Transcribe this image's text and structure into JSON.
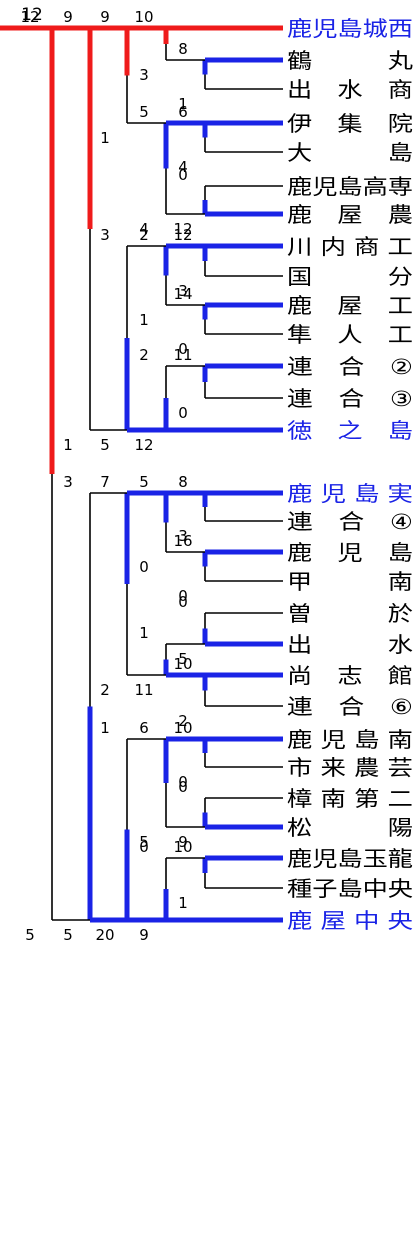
{
  "colors": {
    "champion_path": "#ef1b1b",
    "winner_path": "#1a23e6",
    "loser_path": "#000000",
    "highlight_text": "#1a23e6",
    "text": "#000000",
    "background": "#ffffff"
  },
  "teams": [
    {
      "label": "鹿児島城西",
      "highlight": true
    },
    {
      "label": "鶴　　　丸",
      "highlight": false
    },
    {
      "label": "出　水　商",
      "highlight": false
    },
    {
      "label": "伊　集　院",
      "highlight": false
    },
    {
      "label": "大　　　島",
      "highlight": false
    },
    {
      "label": "鹿児島高専",
      "highlight": false
    },
    {
      "label": "鹿　屋　農",
      "highlight": false
    },
    {
      "label": "川 内 商 工",
      "highlight": false
    },
    {
      "label": "国　　　分",
      "highlight": false
    },
    {
      "label": "鹿　屋　工",
      "highlight": false
    },
    {
      "label": "隼　人　工",
      "highlight": false
    },
    {
      "label": "連　合　②",
      "highlight": false
    },
    {
      "label": "連　合　③",
      "highlight": false
    },
    {
      "label": "徳　之　島",
      "highlight": true
    },
    {
      "label": "鹿 児 島 実",
      "highlight": true
    },
    {
      "label": "連　合　④",
      "highlight": false
    },
    {
      "label": "鹿　児　島",
      "highlight": false
    },
    {
      "label": "甲　　　南",
      "highlight": false
    },
    {
      "label": "曽　　　於",
      "highlight": false
    },
    {
      "label": "出　　　水",
      "highlight": false
    },
    {
      "label": "尚　志　館",
      "highlight": false
    },
    {
      "label": "連　合　⑥",
      "highlight": false
    },
    {
      "label": "鹿 児 島 南",
      "highlight": false
    },
    {
      "label": "市 来 農 芸",
      "highlight": false
    },
    {
      "label": "樟 南 第 二",
      "highlight": false
    },
    {
      "label": "松　　　陽",
      "highlight": false
    },
    {
      "label": "鹿児島玉龍",
      "highlight": false
    },
    {
      "label": "種子島中央",
      "highlight": false
    },
    {
      "label": "鹿 屋 中 央",
      "highlight": true
    }
  ],
  "matches": [
    {
      "top": "t1",
      "bottom": "t2",
      "top_score": "8",
      "bottom_score": "1",
      "winner": "top"
    },
    {
      "top": "t0",
      "bottom": "m0",
      "top_score": "10",
      "bottom_score": "3",
      "winner": "top"
    },
    {
      "top": "t3",
      "bottom": "t4",
      "top_score": "6",
      "bottom_score": "4",
      "winner": "top"
    },
    {
      "top": "t5",
      "bottom": "t6",
      "top_score": "0",
      "bottom_score": "12",
      "winner": "bottom"
    },
    {
      "top": "m2",
      "bottom": "m3",
      "top_score": "5",
      "bottom_score": "4",
      "winner": "top"
    },
    {
      "top": "m1",
      "bottom": "m4",
      "top_score": "9",
      "bottom_score": "1",
      "winner": "top"
    },
    {
      "top": "t7",
      "bottom": "t8",
      "top_score": "12",
      "bottom_score": "3",
      "winner": "top"
    },
    {
      "top": "t9",
      "bottom": "t10",
      "top_score": "14",
      "bottom_score": "0",
      "winner": "top"
    },
    {
      "top": "m6",
      "bottom": "m7",
      "top_score": "2",
      "bottom_score": "1",
      "winner": "top"
    },
    {
      "top": "t11",
      "bottom": "t12",
      "top_score": "11",
      "bottom_score": "0",
      "winner": "top"
    },
    {
      "top": "m9",
      "bottom": "t13",
      "top_score": "2",
      "bottom_score": "12",
      "winner": "bottom"
    },
    {
      "top": "m8",
      "bottom": "m10",
      "top_score": "3",
      "bottom_score": "5",
      "winner": "bottom"
    },
    {
      "top": "m5",
      "bottom": "m11",
      "top_score": "9",
      "bottom_score": "1",
      "winner": "top"
    },
    {
      "top": "t14",
      "bottom": "t15",
      "top_score": "8",
      "bottom_score": "3",
      "winner": "top"
    },
    {
      "top": "t16",
      "bottom": "t17",
      "top_score": "16",
      "bottom_score": "0",
      "winner": "top"
    },
    {
      "top": "m13",
      "bottom": "m14",
      "top_score": "5",
      "bottom_score": "0",
      "winner": "top"
    },
    {
      "top": "t18",
      "bottom": "t19",
      "top_score": "0",
      "bottom_score": "5",
      "winner": "bottom"
    },
    {
      "top": "t20",
      "bottom": "t21",
      "top_score": "10",
      "bottom_score": "2",
      "winner": "top"
    },
    {
      "top": "m16",
      "bottom": "m17",
      "top_score": "1",
      "bottom_score": "11",
      "winner": "bottom"
    },
    {
      "top": "m15",
      "bottom": "m18",
      "top_score": "7",
      "bottom_score": "2",
      "winner": "top"
    },
    {
      "top": "t22",
      "bottom": "t23",
      "top_score": "10",
      "bottom_score": "0",
      "winner": "top"
    },
    {
      "top": "t24",
      "bottom": "t25",
      "top_score": "0",
      "bottom_score": "9",
      "winner": "bottom"
    },
    {
      "top": "m20",
      "bottom": "m21",
      "top_score": "6",
      "bottom_score": "5",
      "winner": "top"
    },
    {
      "top": "t26",
      "bottom": "t27",
      "top_score": "10",
      "bottom_score": "1",
      "winner": "top"
    },
    {
      "top": "m23",
      "bottom": "t28",
      "top_score": "0",
      "bottom_score": "9",
      "winner": "bottom"
    },
    {
      "top": "m22",
      "bottom": "m24",
      "top_score": "1",
      "bottom_score": "20",
      "winner": "bottom"
    },
    {
      "top": "m19",
      "bottom": "m25",
      "top_score": "3",
      "bottom_score": "5",
      "winner": "bottom"
    },
    {
      "top": "m12",
      "bottom": "m26",
      "top_score": "12",
      "bottom_score": "5",
      "winner": "top"
    }
  ],
  "champion": "t0"
}
